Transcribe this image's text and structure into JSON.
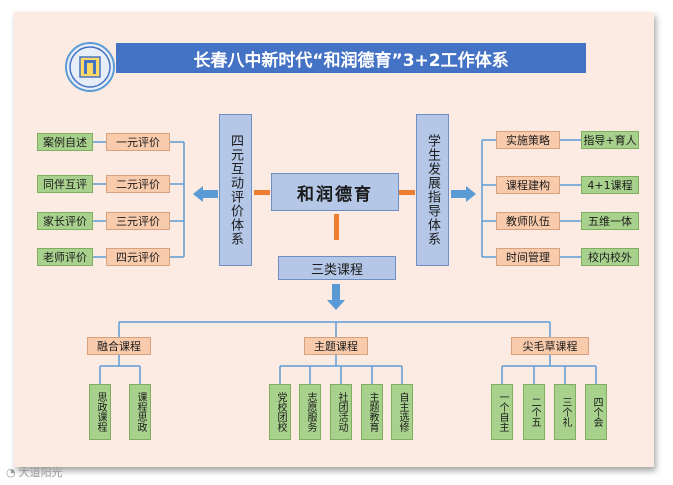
{
  "title": "长春八中新时代“和润德育”3+2工作体系",
  "center": "和润德育",
  "left_system": "四元互动评价体系",
  "right_system": "学生发展指导体系",
  "left_items": [
    {
      "green": "案例自述",
      "peach": "一元评价"
    },
    {
      "green": "同伴互评",
      "peach": "二元评价"
    },
    {
      "green": "家长评价",
      "peach": "三元评价"
    },
    {
      "green": "老师评价",
      "peach": "四元评价"
    }
  ],
  "right_items": [
    {
      "peach": "实施策略",
      "green": "指导+育人"
    },
    {
      "peach": "课程建构",
      "green": "4+1课程"
    },
    {
      "peach": "教师队伍",
      "green": "五维一体"
    },
    {
      "peach": "时间管理",
      "green": "校内校外"
    }
  ],
  "course_types": "三类课程",
  "categories": [
    {
      "label": "融合课程",
      "items": [
        "思政课程",
        "课程思政"
      ]
    },
    {
      "label": "主题课程",
      "items": [
        "党校团校",
        "志愿服务",
        "社团活动",
        "主题教育",
        "自主选修"
      ]
    },
    {
      "label": "尖毛草课程",
      "items": [
        "一个自主",
        "二个五",
        "三个礼",
        "四个会"
      ]
    }
  ],
  "watermark": "大道阳光",
  "colors": {
    "title_bg": "#4472c4",
    "blue_box": "#b4c7e7",
    "green": "#a9d18e",
    "peach": "#f8cbad",
    "arrow_blue": "#5b9bd5",
    "connector_orange": "#ed7d31"
  }
}
